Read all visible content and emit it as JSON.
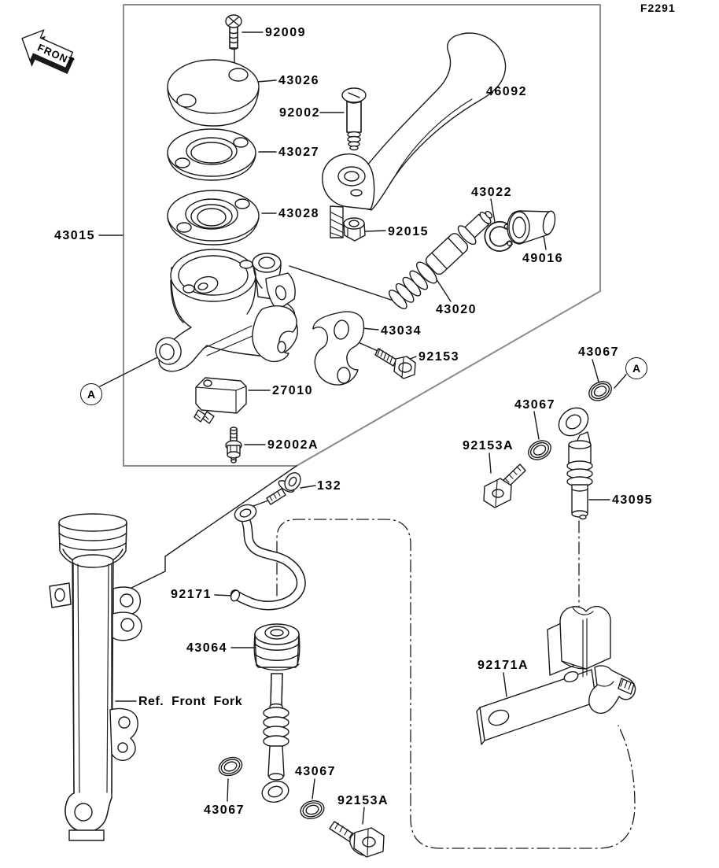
{
  "figure": {
    "code": "F2291",
    "front_label": "FRONT",
    "reference_note": "Ref. Front Fork",
    "detail_marker": "A"
  },
  "part_numbers": {
    "p92009": "92009",
    "p43026": "43026",
    "p92002": "92002",
    "p43027": "43027",
    "p43028": "43028",
    "p46092": "46092",
    "p43022": "43022",
    "p92015": "92015",
    "p49016": "49016",
    "p43020": "43020",
    "p43015": "43015",
    "p43034": "43034",
    "p92153": "92153",
    "p27010": "27010",
    "p92002a": "92002A",
    "p43067": "43067",
    "p92153a": "92153A",
    "p43095": "43095",
    "p132": "132",
    "p92171": "92171",
    "p43064": "43064",
    "p92171a": "92171A"
  },
  "colors": {
    "diagram_line": "#1a1a1a",
    "frame_line": "#8b8b8b",
    "label_text": "#000000",
    "background": "#ffffff"
  }
}
